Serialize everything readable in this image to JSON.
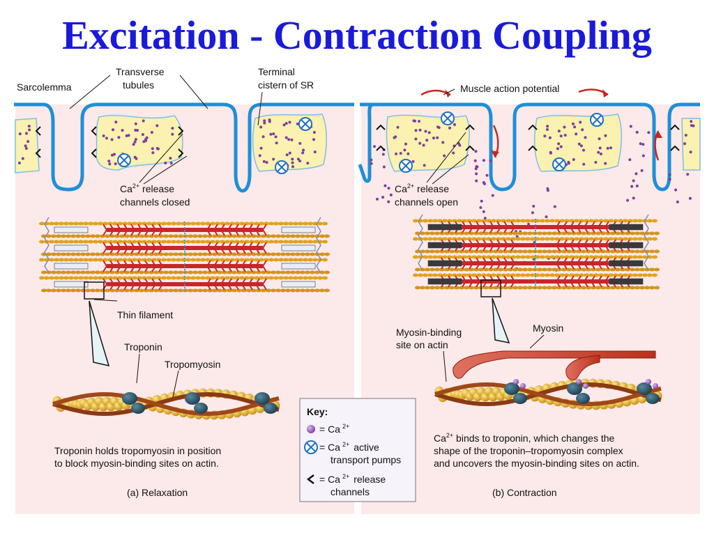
{
  "title": "Excitation - Contraction Coupling",
  "colors": {
    "title": "#1a1adb",
    "panel_bg": "#fce9e9",
    "membrane": "#1f8fd6",
    "sr": "#fbf1b0",
    "calcium": "#7a3fa0",
    "actin": "#e0a21a",
    "myosin": "#c8262a"
  },
  "left": {
    "labels": {
      "sarcolemma": "Sarcolemma",
      "transverse_1": "Transverse",
      "transverse_2": "tubules",
      "terminal_1": "Terminal",
      "terminal_2": "cistern of SR",
      "ca_channels_1": "Ca",
      "ca_channels_sup": "2+",
      "ca_channels_1b": " release",
      "ca_channels_2": "channels closed",
      "thin_filament": "Thin filament",
      "troponin": "Troponin",
      "tropomyosin": "Tropomyosin"
    },
    "caption_1": "Troponin holds tropomyosin in position",
    "caption_2": "to block myosin-binding sites on actin.",
    "panel_caption": "(a) Relaxation"
  },
  "right": {
    "labels": {
      "map": "Muscle action potential",
      "ca_channels_1": "Ca",
      "ca_channels_sup": "2+",
      "ca_channels_1b": " release",
      "ca_channels_2": "channels open",
      "mbs_1": "Myosin-binding",
      "mbs_2": "site on actin",
      "myosin": "Myosin"
    },
    "caption_1a": "Ca",
    "caption_1sup": "2+",
    "caption_1b": "  binds to troponin, which changes the",
    "caption_2": "shape of the troponin–tropomyosin complex",
    "caption_3": "and uncovers the myosin-binding sites on actin.",
    "panel_caption": "(b) Contraction"
  },
  "key": {
    "title": "Key:",
    "ca_a": "= Ca",
    "ca_sup": "2+",
    "pump_a": "= Ca",
    "pump_sup": "2+",
    "pump_b": "active",
    "pump_c": "transport pumps",
    "chan_a": "= Ca",
    "chan_sup": "2+",
    "chan_b": "release",
    "chan_c": "channels"
  }
}
